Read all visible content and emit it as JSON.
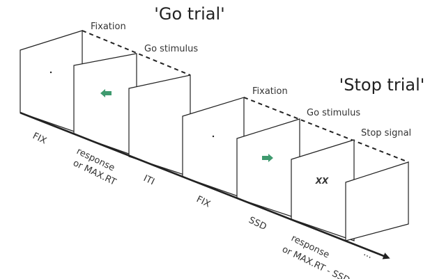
{
  "go_trial": {
    "title": "'Go trial'",
    "fixation_label": "Fixation",
    "go_stimulus_label": "Go stimulus"
  },
  "stop_trial": {
    "title": "'Stop trial'",
    "fixation_label": "Fixation",
    "go_stimulus_label": "Go stimulus",
    "stop_signal_label": "Stop signal",
    "stop_signal_text": "XX"
  },
  "timeline": {
    "labels": {
      "fix1": "FIX",
      "response1_line1": "response",
      "response1_line2": "or MAX.RT",
      "iti": "ITI",
      "fix2": "FIX",
      "ssd": "SSD",
      "response2_line1": "response",
      "response2_line2": "or MAX.RT - SSD",
      "ellipsis": "..."
    }
  },
  "colors": {
    "arrow": "#3f9a6f",
    "line": "#222222"
  },
  "icons": {
    "left_arrow": "left-arrow-icon",
    "right_arrow": "right-arrow-icon",
    "fixation_dot": "fixation-dot-icon"
  }
}
